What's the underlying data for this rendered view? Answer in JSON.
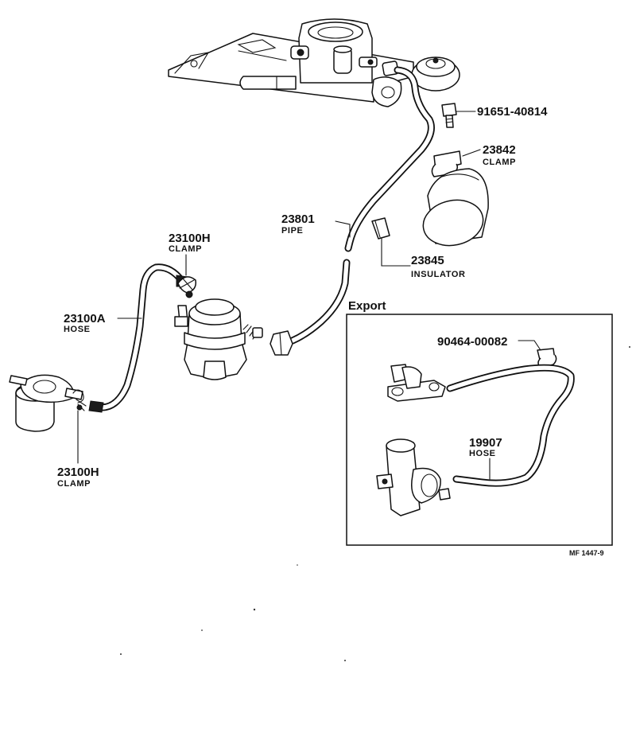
{
  "labels": {
    "bolt": {
      "number": "91651-40814"
    },
    "clamp_23842": {
      "number": "23842",
      "name": "CLAMP"
    },
    "pipe": {
      "number": "23801",
      "name": "PIPE"
    },
    "insulator": {
      "number": "23845",
      "name": "INSULATOR"
    },
    "clamp_upper": {
      "number": "23100H",
      "name": "CLAMP"
    },
    "hose_main": {
      "number": "23100A",
      "name": "HOSE"
    },
    "clamp_lower": {
      "number": "23100H",
      "name": "CLAMP"
    },
    "export_clip": {
      "number": "90464-00082"
    },
    "export_hose": {
      "number": "19907",
      "name": "HOSE"
    }
  },
  "export_box": {
    "title": "Export"
  },
  "reference": "MF 1447-9"
}
